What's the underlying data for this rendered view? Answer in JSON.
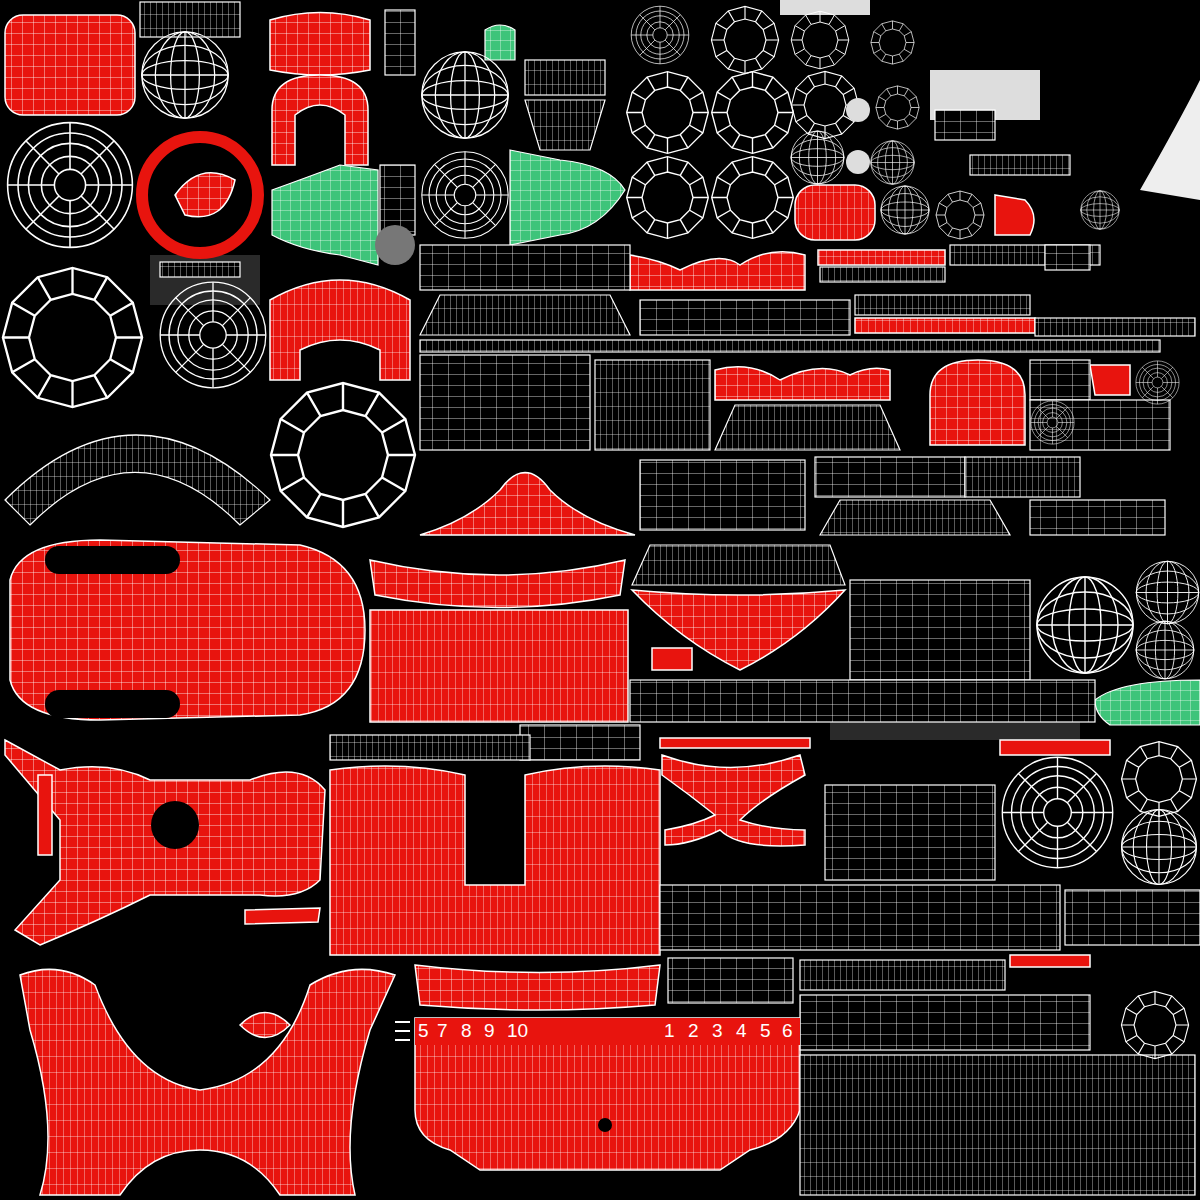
{
  "diagram": {
    "labels": [
      "5",
      "7",
      "8",
      "9",
      "10",
      "1",
      "2",
      "3",
      "4",
      "5",
      "6"
    ]
  }
}
